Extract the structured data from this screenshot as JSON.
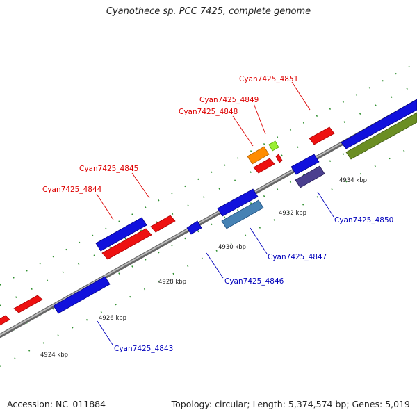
{
  "title": "Cyanothece sp. PCC 7425, complete genome",
  "footer": {
    "accession": "Accession: NC_011884",
    "summary": "Topology: circular; Length: 5,374,574 bp; Genes: 5,019"
  },
  "colors": {
    "forward_gene": "#ee1111",
    "reverse_gene": "#1111dd",
    "backbone": "#888888",
    "tick": "#2f8f2f",
    "forward_label": "#dd0000",
    "reverse_label": "#0000bb"
  },
  "kbp_labels": [
    "4924 kbp",
    "4926 kbp",
    "4928 kbp",
    "4930 kbp",
    "4932 kbp",
    "4934 kbp"
  ],
  "gene_labels": {
    "forward": [
      "Cyan7425_4844",
      "Cyan7425_4845",
      "Cyan7425_4848",
      "Cyan7425_4849",
      "Cyan7425_4851"
    ],
    "reverse": [
      "Cyan7425_4843",
      "Cyan7425_4846",
      "Cyan7425_4847",
      "Cyan7425_4850"
    ]
  }
}
